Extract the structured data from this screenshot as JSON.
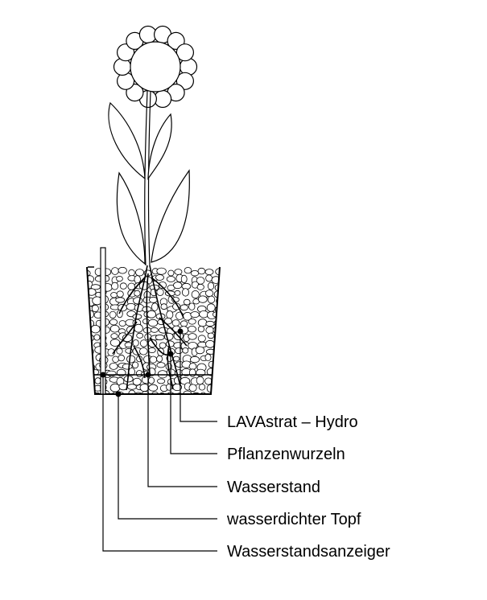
{
  "diagram": {
    "labels": [
      {
        "id": "lavastrat",
        "text": "LAVAstrat – Hydro"
      },
      {
        "id": "wurzeln",
        "text": "Pflanzenwurzeln"
      },
      {
        "id": "wasserstand",
        "text": "Wasserstand"
      },
      {
        "id": "topf",
        "text": "wasserdichter Topf"
      },
      {
        "id": "anzeiger",
        "text": "Wasserstandsanzeiger"
      }
    ],
    "colors": {
      "line": "#000000",
      "background": "#ffffff"
    }
  }
}
